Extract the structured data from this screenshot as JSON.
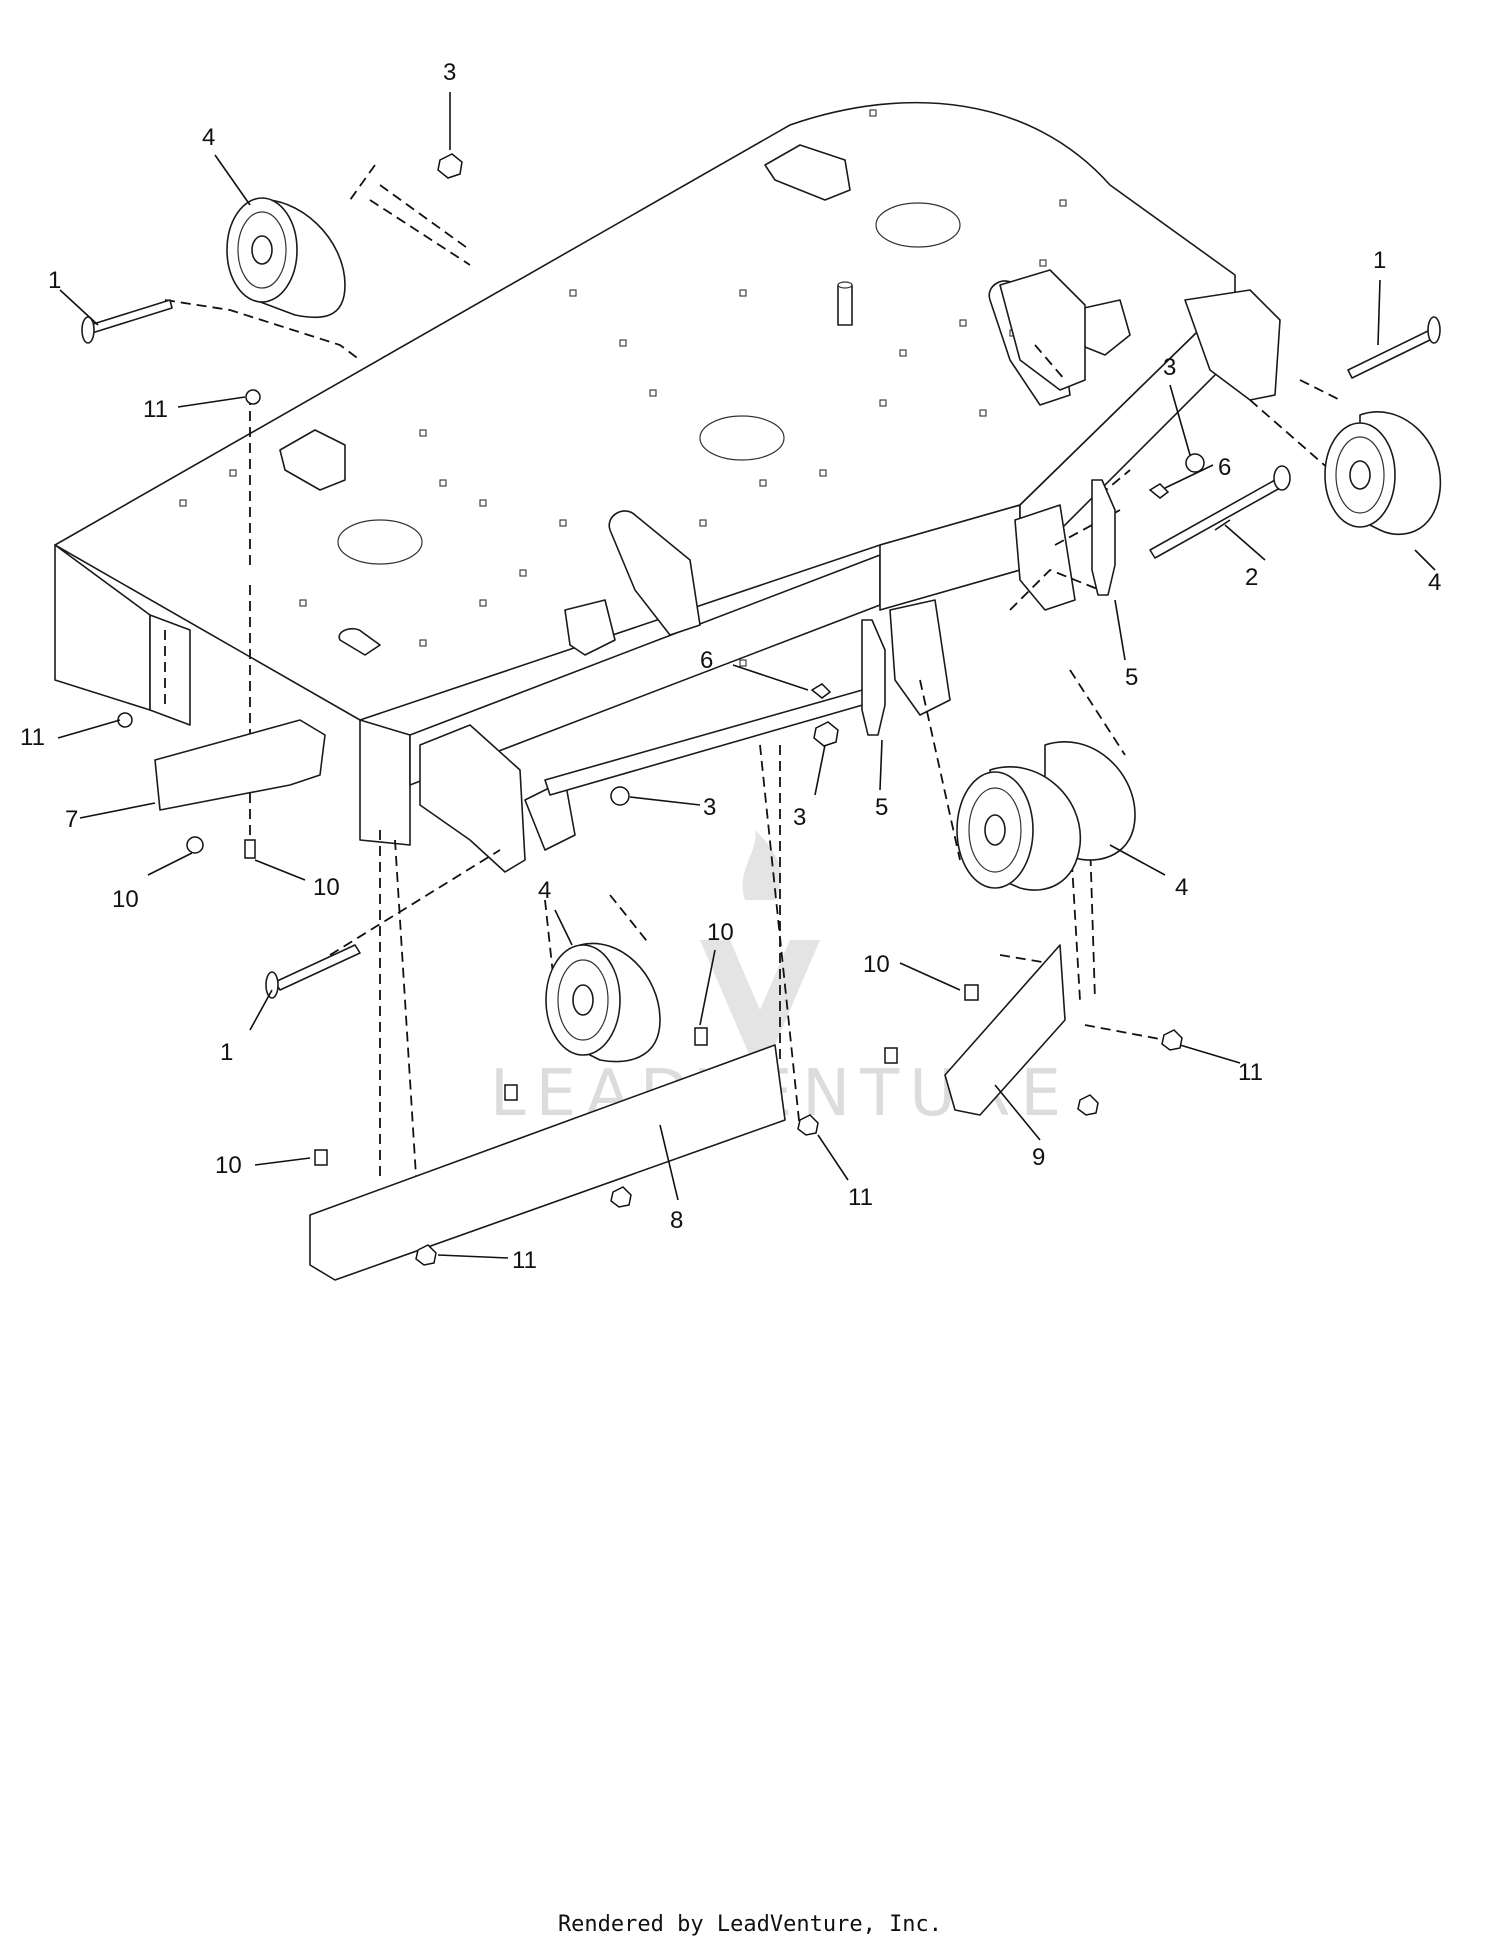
{
  "callouts": {
    "c1a": "1",
    "c1b": "1",
    "c1c": "1",
    "c2": "2",
    "c3a": "3",
    "c3b": "3",
    "c3c": "3",
    "c3d": "3",
    "c4a": "4",
    "c4b": "4",
    "c4c": "4",
    "c4d": "4",
    "c5a": "5",
    "c5b": "5",
    "c6a": "6",
    "c6b": "6",
    "c7": "7",
    "c8": "8",
    "c9": "9",
    "c10a": "10",
    "c10b": "10",
    "c10c": "10",
    "c10d": "10",
    "c10e": "10",
    "c11a": "11",
    "c11b": "11",
    "c11c": "11",
    "c11d": "11",
    "c11e": "11"
  },
  "watermark": "LEADVENTURE",
  "footer": "Rendered by LeadVenture, Inc."
}
